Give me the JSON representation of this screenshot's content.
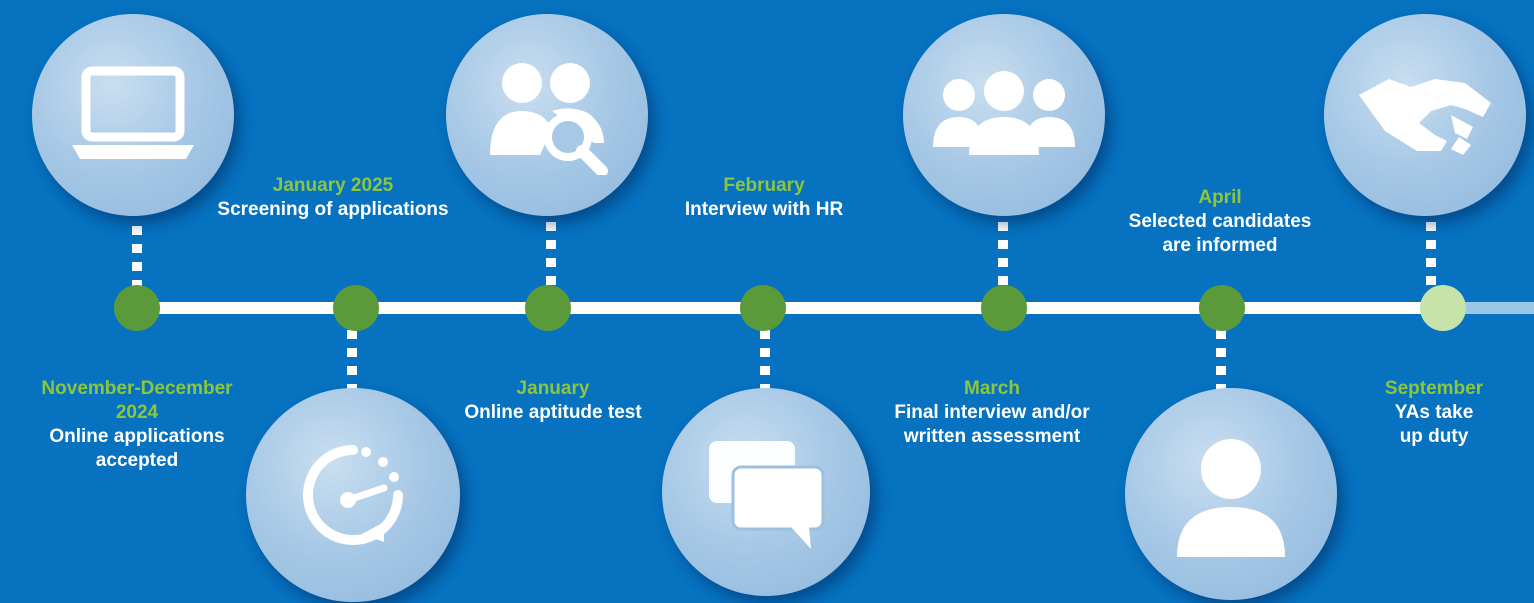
{
  "milestones": [
    {
      "date": "November-December\n2024",
      "desc": "Online applications\naccepted",
      "icon": "laptop-icon"
    },
    {
      "date": "January 2025",
      "desc": "Screening of applications",
      "icon": "timer-icon"
    },
    {
      "date": "January",
      "desc": "Online aptitude test",
      "icon": "people-search-icon"
    },
    {
      "date": "February",
      "desc": "Interview with HR",
      "icon": "chat-icon"
    },
    {
      "date": "March",
      "desc": "Final interview and/or\nwritten assessment",
      "icon": "group-icon"
    },
    {
      "date": "April",
      "desc": "Selected candidates\nare informed",
      "icon": "person-icon"
    },
    {
      "date": "September",
      "desc": "YAs take up duty",
      "icon": "handshake-icon"
    }
  ],
  "colors": {
    "background": "#0672c0",
    "date_text": "#8cc63f",
    "node": "#5a9a3a",
    "node_final": "#c6e3a9"
  }
}
